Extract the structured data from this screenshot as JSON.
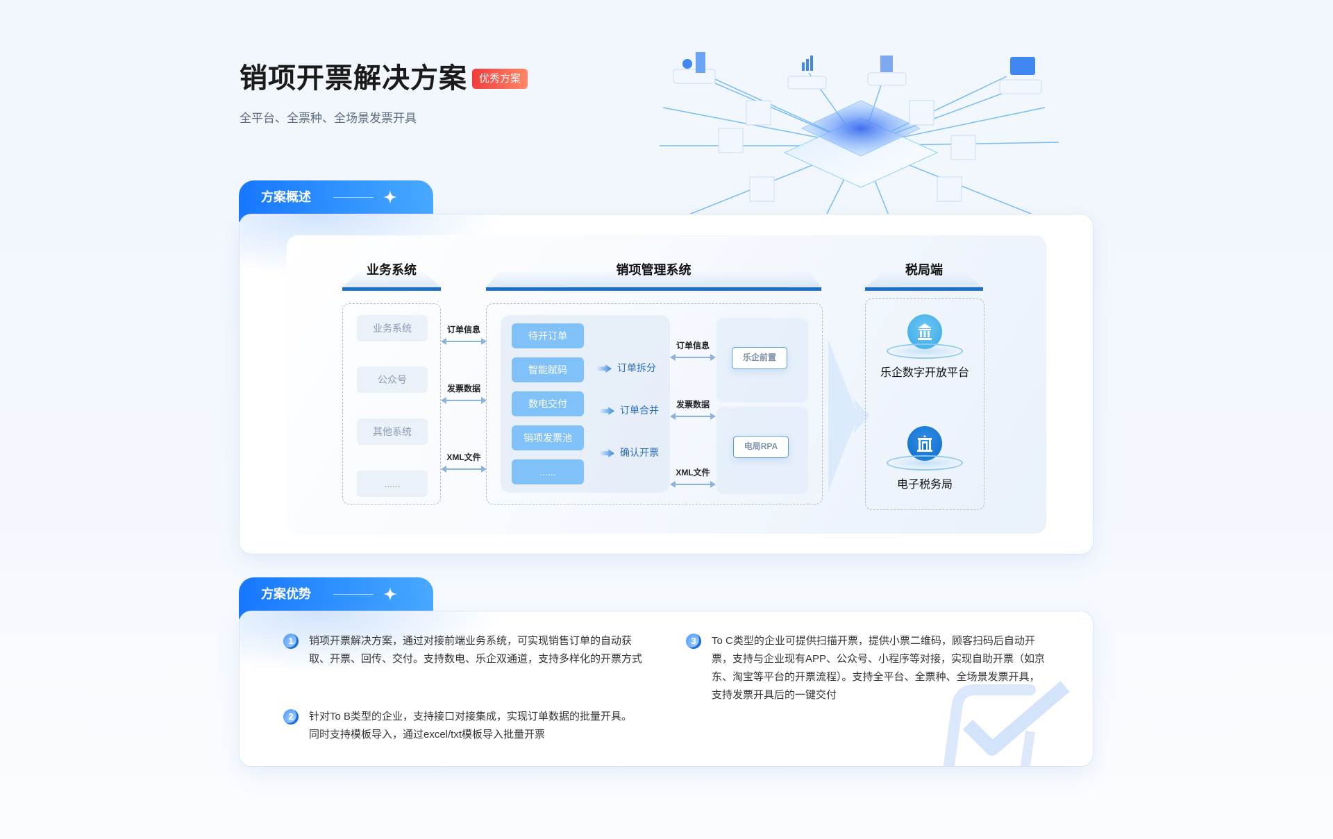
{
  "header": {
    "title": "销项开票解决方案",
    "badge": "优秀方案",
    "subtitle": "全平台、全票种、全场景发票开具"
  },
  "colors": {
    "accent": "#1677ff",
    "badge_start": "#ef3d3d",
    "badge_end": "#ff8766",
    "header_bar": "#1b6fc8",
    "module_box": "#7fc1f8"
  },
  "overview": {
    "tab_label": "方案概述",
    "tab_icon": "sparkle-icon",
    "columns": {
      "business": {
        "title": "业务系统",
        "items": [
          "业务系统",
          "公众号",
          "其他系统",
          "......"
        ]
      },
      "management": {
        "title": "销项管理系统",
        "modules": [
          "待开订单",
          "智能赋码",
          "数电交付",
          "销项发票池",
          "......"
        ],
        "flows": [
          "订单拆分",
          "订单合并",
          "确认开票"
        ],
        "channels": [
          "乐企前置",
          "电局RPA"
        ]
      },
      "tax": {
        "title": "税局端",
        "nodes": [
          {
            "name": "乐企数字开放平台",
            "icon": "bank-icon"
          },
          {
            "name": "电子税务局",
            "icon": "tax-bureau-icon"
          }
        ]
      }
    },
    "left_connectors": [
      "订单信息",
      "发票数据",
      "XML文件"
    ],
    "right_connectors": [
      "订单信息",
      "发票数据",
      "XML文件"
    ]
  },
  "advantages": {
    "tab_label": "方案优势",
    "tab_icon": "sparkle-icon",
    "items": [
      {
        "num": "1",
        "text": "销项开票解决方案，通过对接前端业务系统，可实现销售订单的自动获取、开票、回传、交付。支持数电、乐企双通道，支持多样化的开票方式"
      },
      {
        "num": "2",
        "text": "针对To B类型的企业，支持接口对接集成，实现订单数据的批量开具。同时支持模板导入，通过excel/txt模板导入批量开票"
      },
      {
        "num": "3",
        "text": "To C类型的企业可提供扫描开票，提供小票二维码，顾客扫码后自动开票，支持与企业现有APP、公众号、小程序等对接，实现自助开票（如京东、淘宝等平台的开票流程）。支持全平台、全票种、全场景发票开具，支持发票开具后的一键交付"
      }
    ]
  }
}
